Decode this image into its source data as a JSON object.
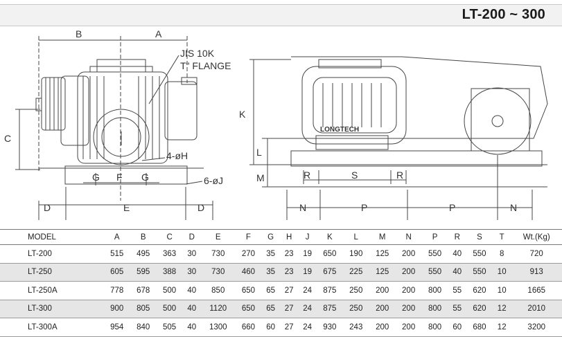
{
  "title": "LT-200 ~ 300",
  "front_view": {
    "dims": {
      "B": "B",
      "A": "A",
      "C": "C",
      "E": "E",
      "F": "F",
      "G_left": "G",
      "G_right": "G",
      "D_left": "D",
      "D_right": "D"
    },
    "notes": {
      "flange_line1": "JIS 10K",
      "flange_line2": "T\" FLANGE",
      "bolt_h": "4-øH",
      "bolt_j": "6-øJ"
    }
  },
  "side_view": {
    "dims": {
      "K": "K",
      "L": "L",
      "M": "M",
      "R_left": "R",
      "S": "S",
      "R_right": "R",
      "N_left": "N",
      "P_left": "P",
      "P_right": "P",
      "N_right": "N"
    },
    "brand": "LONGTECH"
  },
  "table": {
    "headers": [
      "MODEL",
      "A",
      "B",
      "C",
      "D",
      "E",
      "F",
      "G",
      "H",
      "J",
      "K",
      "L",
      "M",
      "N",
      "P",
      "R",
      "S",
      "T",
      "Wt.(Kg)"
    ],
    "rows": [
      [
        "LT-200",
        "515",
        "495",
        "363",
        "30",
        "730",
        "270",
        "35",
        "23",
        "19",
        "650",
        "190",
        "125",
        "200",
        "550",
        "40",
        "550",
        "8",
        "720"
      ],
      [
        "LT-250",
        "605",
        "595",
        "388",
        "30",
        "730",
        "460",
        "35",
        "23",
        "19",
        "675",
        "225",
        "125",
        "200",
        "550",
        "40",
        "550",
        "10",
        "913"
      ],
      [
        "LT-250A",
        "778",
        "678",
        "500",
        "40",
        "850",
        "650",
        "65",
        "27",
        "24",
        "875",
        "250",
        "200",
        "200",
        "800",
        "55",
        "620",
        "10",
        "1665"
      ],
      [
        "LT-300",
        "900",
        "805",
        "500",
        "40",
        "1120",
        "650",
        "65",
        "27",
        "24",
        "875",
        "250",
        "200",
        "200",
        "800",
        "55",
        "620",
        "12",
        "2010"
      ],
      [
        "LT-300A",
        "954",
        "840",
        "505",
        "40",
        "1300",
        "660",
        "60",
        "27",
        "24",
        "930",
        "243",
        "200",
        "200",
        "800",
        "60",
        "680",
        "12",
        "3200"
      ]
    ]
  }
}
